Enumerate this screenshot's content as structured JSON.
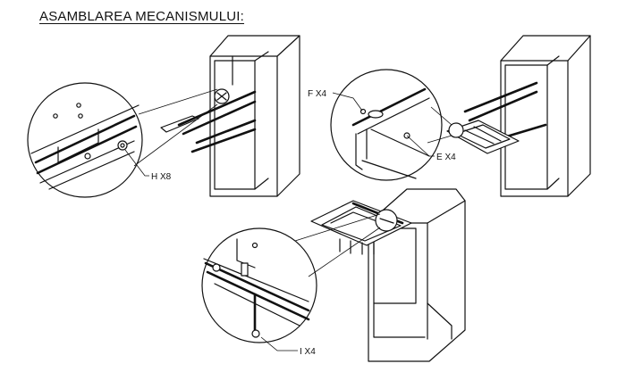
{
  "title": "ASAMBLAREA MECANISMULUI:",
  "labels": {
    "h": "H X8",
    "f": "F X4",
    "e": "E X4",
    "i": "I X4"
  }
}
